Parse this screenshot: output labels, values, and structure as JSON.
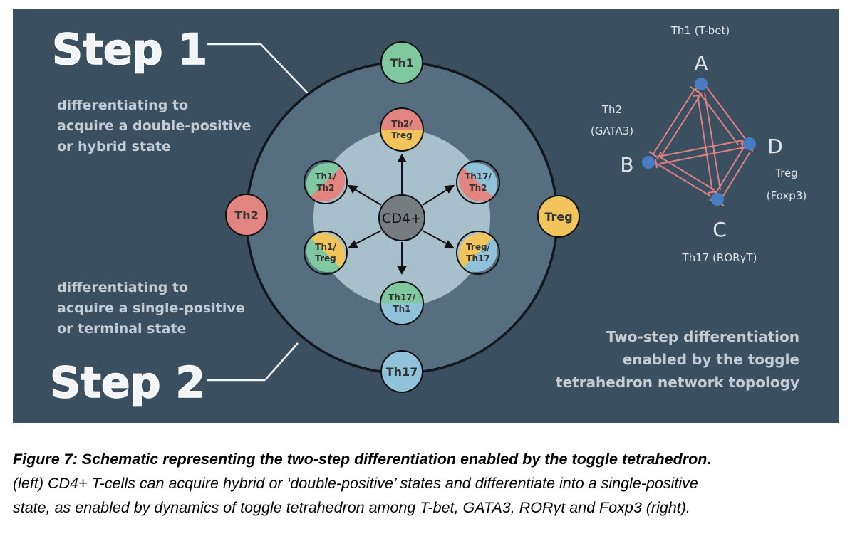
{
  "figure": {
    "step1": {
      "title": "Step 1",
      "description": [
        "differentiating to",
        "acquire a double-positive",
        "or hybrid state"
      ]
    },
    "step2": {
      "title": "Step 2",
      "description": [
        "differentiating to",
        "acquire a single-positive",
        "or terminal state"
      ]
    },
    "center_node": "CD4+",
    "outer_nodes": [
      {
        "id": "th1",
        "label": "Th1",
        "color": "#7fc8a0"
      },
      {
        "id": "th2",
        "label": "Th2",
        "color": "#e2847f"
      },
      {
        "id": "treg",
        "label": "Treg",
        "color": "#f2c45c"
      },
      {
        "id": "th17",
        "label": "Th17",
        "color": "#90c2da"
      }
    ],
    "hybrid_nodes": [
      {
        "id": "th2-treg",
        "line1": "Th2/",
        "line2": "Treg",
        "colors": [
          "#e2847f",
          "#f2c45c"
        ]
      },
      {
        "id": "th17-th2",
        "line1": "Th17/",
        "line2": "Th2",
        "colors": [
          "#90c2da",
          "#e2847f"
        ]
      },
      {
        "id": "treg-th17",
        "line1": "Treg/",
        "line2": "Th17",
        "colors": [
          "#f2c45c",
          "#90c2da"
        ]
      },
      {
        "id": "th17-th1",
        "line1": "Th17/",
        "line2": "Th1",
        "colors": [
          "#7fc8a0",
          "#90c2da"
        ]
      },
      {
        "id": "th1-treg",
        "line1": "Th1/",
        "line2": "Treg",
        "colors": [
          "#7fc8a0",
          "#f2c45c"
        ]
      },
      {
        "id": "th1-th2",
        "line1": "Th1/",
        "line2": "Th2",
        "colors": [
          "#7fc8a0",
          "#e2847f"
        ]
      }
    ],
    "tetrahedron": {
      "A": {
        "letter": "A",
        "label": "Th1 (T-bet)"
      },
      "B": {
        "letter": "B",
        "label_line1": "Th2",
        "label_line2": "(GATA3)"
      },
      "C": {
        "letter": "C",
        "label": "Th17 (RORγT)"
      },
      "D": {
        "letter": "D",
        "label_line1": "Treg",
        "label_line2": "(Foxp3)"
      }
    },
    "summary": [
      "Two-step differentiation",
      "enabled by the toggle",
      "tetrahedron network topology"
    ],
    "colors": {
      "background": "#3a4f60",
      "outer_ring": "#566f80",
      "inner_ring": "#a8c0cc",
      "node_dot": "#4a7cc4",
      "edge": "#e08080",
      "text_light": "#dde4ea",
      "text_dim": "#c2ccd4"
    }
  },
  "caption": {
    "title": "Figure 7: Schematic representing the two-step differentiation enabled by the toggle tetrahedron.",
    "line2": "(left) CD4+ T-cells can acquire hybrid or ‘double-positive’ states and differentiate into a single-positive",
    "line3": "state, as enabled by dynamics of toggle tetrahedron among T-bet, GATA3, RORγt and Foxp3 (right)."
  }
}
